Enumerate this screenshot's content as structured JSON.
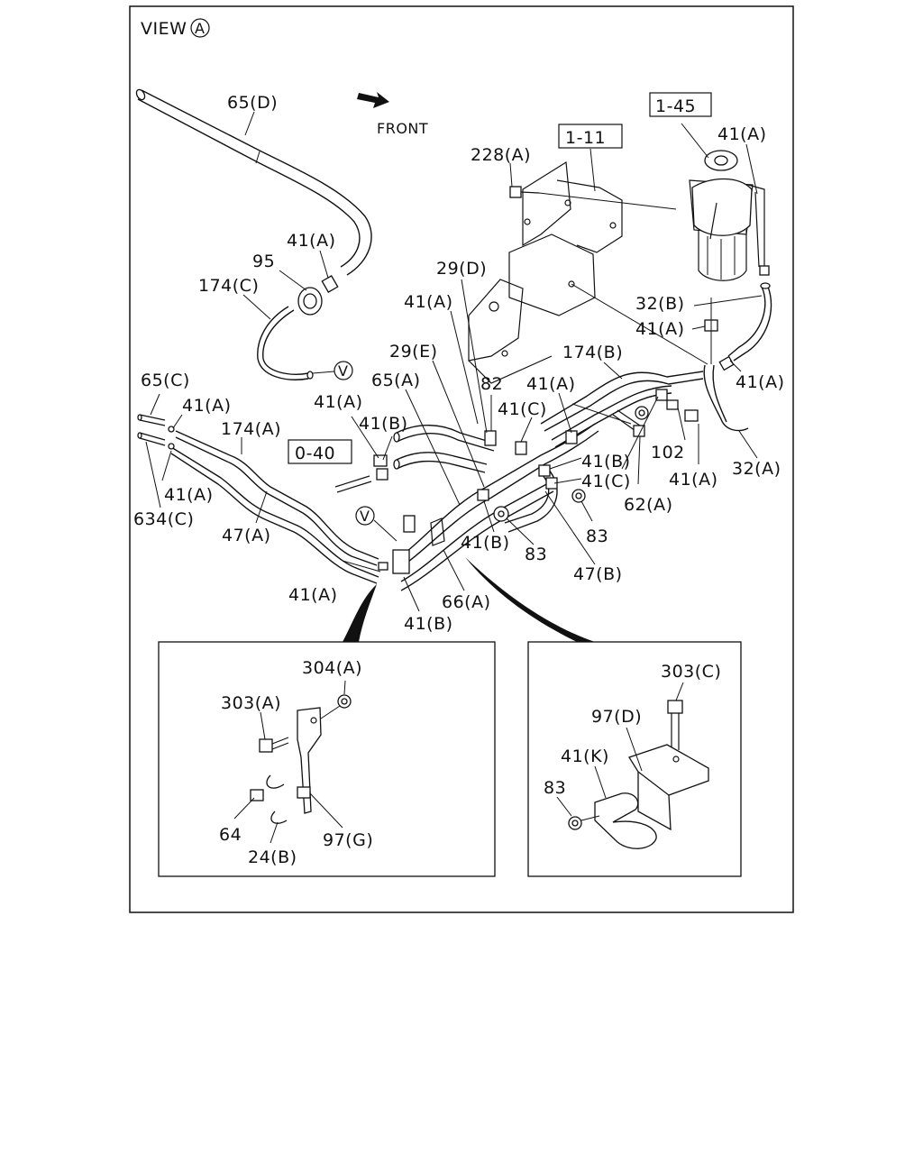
{
  "view_label": "VIEW",
  "view_letter": "A",
  "front_label": "FRONT",
  "ref_boxes": [
    "1-11",
    "1-45",
    "0-40"
  ],
  "callout_letter": "V",
  "labels": {
    "p65D": "65(D)",
    "p41A_1": "41(A)",
    "p95": "95",
    "p174C": "174(C)",
    "p228A": "228(A)",
    "p41A_2": "41(A)",
    "p29D": "29(D)",
    "p41A_3": "41(A)",
    "p32B": "32(B)",
    "p41A_4": "41(A)",
    "p29E": "29(E)",
    "p174B": "174(B)",
    "p65C": "65(C)",
    "p41A_5": "41(A)",
    "p174A": "174(A)",
    "p41A_6": "41(A)",
    "p65A": "65(A)",
    "p82": "82",
    "p41A_7": "41(A)",
    "p41A_8": "41(A)",
    "p41C_1": "41(C)",
    "p41B_1": "41(B)",
    "p102": "102",
    "p41A_9": "41(A)",
    "p32A": "32(A)",
    "p41A_10": "41(A)",
    "p634C": "634(C)",
    "p47A": "47(A)",
    "p41B_2": "41(B)",
    "p41C_2": "41(C)",
    "p62A": "62(A)",
    "p41B_3": "41(B)",
    "p83_1": "83",
    "p83_2": "83",
    "p47B": "47(B)",
    "p41A_11": "41(A)",
    "p66A": "66(A)",
    "p41B_4": "41(B)",
    "p304A": "304(A)",
    "p303A": "303(A)",
    "p64": "64",
    "p24B": "24(B)",
    "p97G": "97(G)",
    "p303C": "303(C)",
    "p97D": "97(D)",
    "p41K": "41(K)",
    "p83_3": "83"
  }
}
